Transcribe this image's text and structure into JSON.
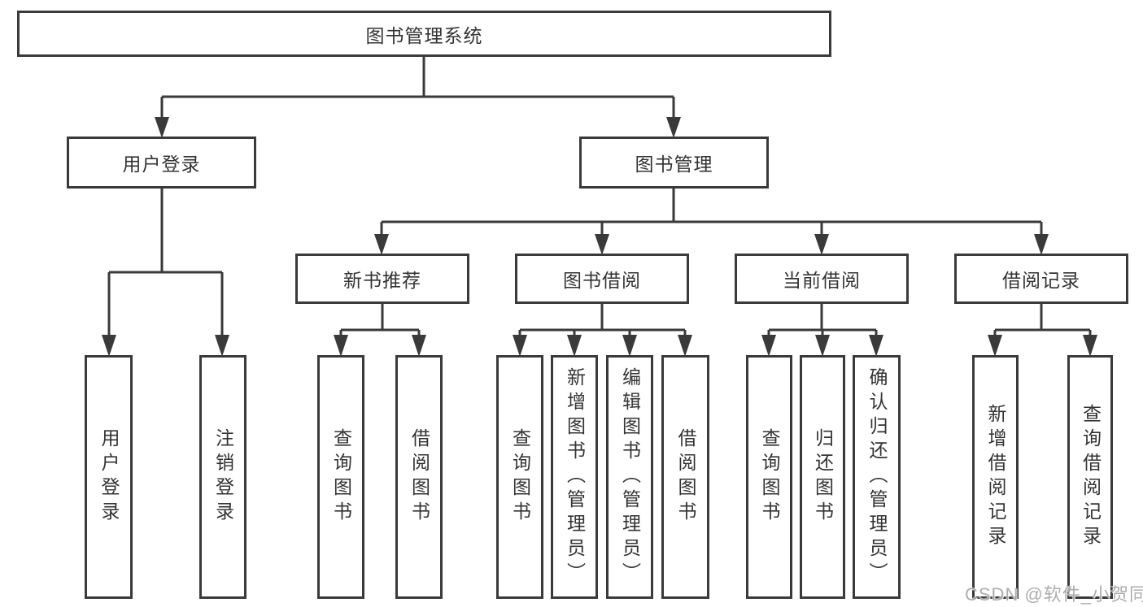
{
  "tree": {
    "root": "图书管理系统",
    "branches": [
      {
        "label": "用户登录",
        "children": [
          "用户登录",
          "注销登录"
        ]
      },
      {
        "label": "图书管理",
        "sections": [
          {
            "label": "新书推荐",
            "children": [
              "查询图书",
              "借阅图书"
            ]
          },
          {
            "label": "图书借阅",
            "children": [
              "查询图书",
              "新增图书（管理员）",
              "编辑图书（管理员）",
              "借阅图书"
            ]
          },
          {
            "label": "当前借阅",
            "children": [
              "查询图书",
              "归还图书",
              "确认归还（管理员）"
            ]
          },
          {
            "label": "借阅记录",
            "children": [
              "新增借阅记录",
              "查询借阅记录"
            ]
          }
        ]
      }
    ]
  },
  "watermark": {
    "text": "CSDN @软件_小贺同学"
  },
  "colors": {
    "line": "#3a3a3a",
    "box_border": "#3a3a3a",
    "text": "#333333",
    "background": "#ffffff",
    "watermark": "#a6a6a6"
  }
}
